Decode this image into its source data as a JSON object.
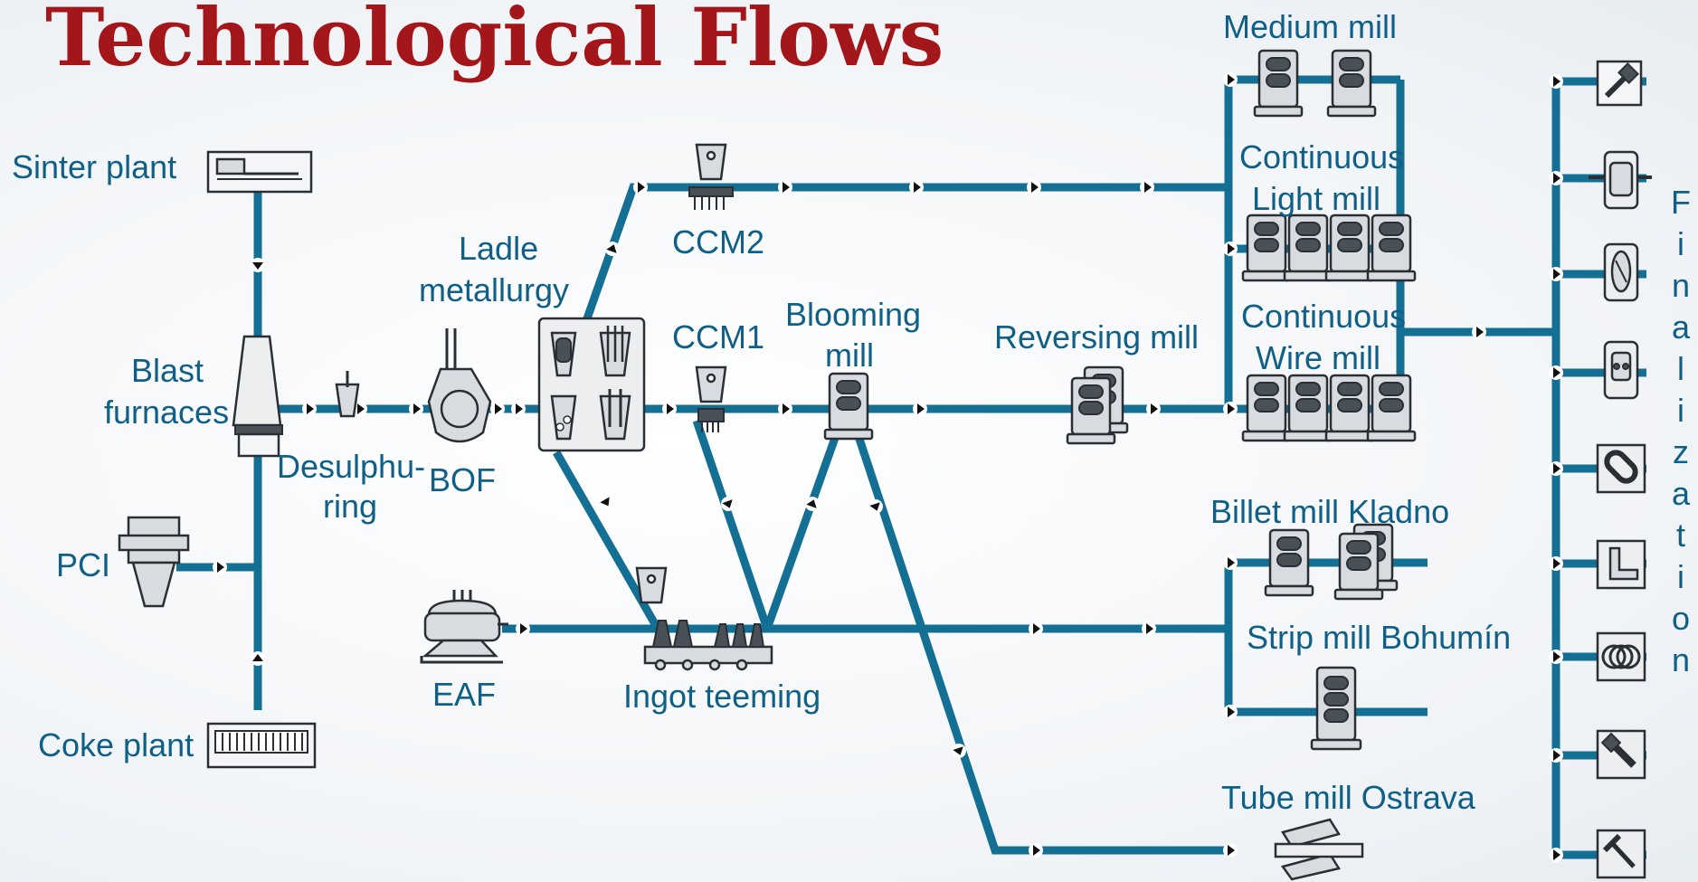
{
  "title": "Technological Flows",
  "labels": {
    "sinter_plant": "Sinter plant",
    "blast_furnaces_1": "Blast",
    "blast_furnaces_2": "furnaces",
    "pci": "PCI",
    "coke_plant": "Coke plant",
    "desulphuring_1": "Desulphu-",
    "desulphuring_2": "ring",
    "bof": "BOF",
    "ladle_metallurgy_1": "Ladle",
    "ladle_metallurgy_2": "metallurgy",
    "eaf": "EAF",
    "ccm2": "CCM2",
    "ccm1": "CCM1",
    "ingot_teeming": "Ingot teeming",
    "blooming_mill_1": "Blooming",
    "blooming_mill_2": "mill",
    "reversing_mill": "Reversing mill",
    "medium_mill": "Medium mill",
    "continuous_light_mill_1": "Continuous",
    "continuous_light_mill_2": "Light mill",
    "continuous_wire_mill_1": "Continuous",
    "continuous_wire_mill_2": "Wire mill",
    "billet_mill_kladno": "Billet mill Kladno",
    "strip_mill_bohumin": "Strip mill Bohumín",
    "tube_mill_ostrava": "Tube mill Ostrava",
    "finalization": [
      "F",
      "i",
      "n",
      "a",
      "l",
      "i",
      "z",
      "a",
      "t",
      "i",
      "o",
      "n"
    ]
  },
  "finalization_icons": [
    "hammer-icon",
    "spool-icon",
    "wire-coil-icon",
    "rail-clip-icon",
    "chain-icon",
    "angle-profile-icon",
    "coil-rings-icon",
    "bolt-icon",
    "nail-icon"
  ],
  "colors": {
    "title": "#a3161a",
    "label": "#0f5f86",
    "flow": "#136f93"
  }
}
